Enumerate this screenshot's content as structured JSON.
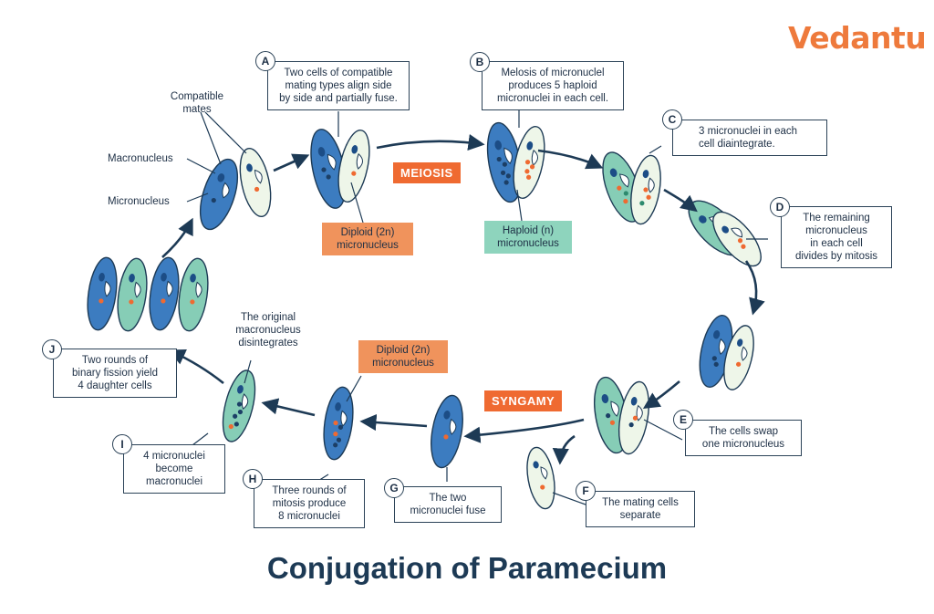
{
  "brand": {
    "logo_text": "Vedantu"
  },
  "title": "Conjugation of Paramecium",
  "stage_tags": {
    "meiosis": "MEIOSIS",
    "syngamy": "SYNGAMY"
  },
  "labels": {
    "compatible_mates": "Compatible\nmates",
    "macronucleus": "Macronucleus",
    "micronucleus": "Micronucleus",
    "original_macro": "The original\nmacronucleus\ndisintegrates"
  },
  "tags": {
    "diploid_a": "Diploid (2n)\nmicronucleus",
    "haploid_b": "Haploid (n)\nmicronucleus",
    "diploid_h": "Diploid (2n)\nmicronucleus"
  },
  "steps": {
    "A": {
      "letter": "A",
      "text": "Two cells of compatible\nmating types align side\nby side and partially fuse."
    },
    "B": {
      "letter": "B",
      "text": "Melosis of micronuclel\nproduces 5 haploid\nmicronuclei in each cell."
    },
    "C": {
      "letter": "C",
      "text": "3 micronuclei in each\ncell diaintegrate."
    },
    "D": {
      "letter": "D",
      "text": "The remaining\nmicronucleus\nin each cell\ndivides by mitosis"
    },
    "E": {
      "letter": "E",
      "text": "The cells swap\none micronucleus"
    },
    "F": {
      "letter": "F",
      "text": "The mating cells\nseparate"
    },
    "G": {
      "letter": "G",
      "text": "The two\nmicronuclei fuse"
    },
    "H": {
      "letter": "H",
      "text": "Three rounds of\nmitosis produce\n8 micronuclei"
    },
    "I": {
      "letter": "I",
      "text": "4 micronuclei\nbecome\nmacronuclei"
    },
    "J": {
      "letter": "J",
      "text": "Two rounds of\nbinary fission yield\n4 daughter cells"
    }
  },
  "colors": {
    "blue_cell": "#3c7cc0",
    "teal_cell": "#86cdb6",
    "pale_cell": "#eef6e9",
    "outline": "#1d3a55",
    "orange": "#ef6a31",
    "arrow": "#1d3a55"
  }
}
